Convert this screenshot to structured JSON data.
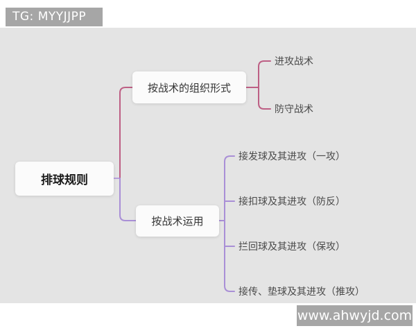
{
  "page": {
    "canvas_bg_color": "#e4e4e4"
  },
  "badges": {
    "top_left_label": "TG: MYYJJPP",
    "bottom_right_label": "www.ahwyjd.com",
    "bg_color": "#a6a6a6",
    "text_color": "#ffffff"
  },
  "mindmap": {
    "root": {
      "label": "排球规则"
    },
    "branches": [
      {
        "label": "按战术的组织形式",
        "line_color": "#bd5f84",
        "children": [
          {
            "label": "进攻战术"
          },
          {
            "label": "防守战术"
          }
        ]
      },
      {
        "label": "按战术运用",
        "line_color": "#a98fd6",
        "children": [
          {
            "label": "接发球及其进攻（一攻）"
          },
          {
            "label": "接扣球及其进攻（防反）"
          },
          {
            "label": "拦回球及其进攻（保攻）"
          },
          {
            "label": "接传、垫球及其进攻（推攻）"
          }
        ]
      }
    ]
  },
  "colors": {
    "branch1_line": "#bd5f84",
    "branch2_line": "#a98fd6",
    "root_stub_line": "#b7a0dc"
  }
}
